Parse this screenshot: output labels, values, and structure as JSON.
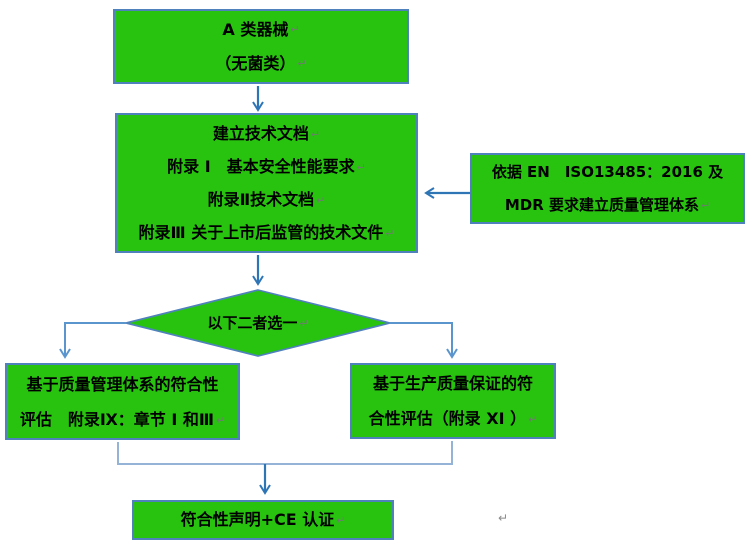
{
  "marks": {
    "return": "↵"
  },
  "colors": {
    "box_fill": "#28C30F",
    "box_border": "#4F81BD",
    "arrow": "#2E75B6",
    "elbow_arrow": "#5B95CE",
    "merge_line": "#95B3D7",
    "text": "#000000"
  },
  "flowchart": {
    "top_box": {
      "lines": [
        "A 类器械",
        "（无菌类）"
      ]
    },
    "tech_doc_box": {
      "lines": [
        "建立技术文档",
        "附录 I　基本安全性能要求",
        "附录Ⅱ技术文档",
        "附录Ⅲ 关于上市后监管的技术文件"
      ]
    },
    "qms_box": {
      "lines": [
        "依据 EN　ISO13485：2016 及",
        "MDR 要求建立质量管理体系"
      ]
    },
    "decision_diamond": {
      "label": "以下二者选一"
    },
    "qms_assessment_box": {
      "lines": [
        "基于质量管理体系的符合性",
        "评估　附录Ⅸ：章节 I 和Ⅲ"
      ]
    },
    "production_qa_box": {
      "lines": [
        "基于生产质量保证的符",
        "合性评估（附录 XI ）"
      ]
    },
    "declaration_box": {
      "lines": [
        "符合性声明+CE 认证"
      ]
    }
  }
}
